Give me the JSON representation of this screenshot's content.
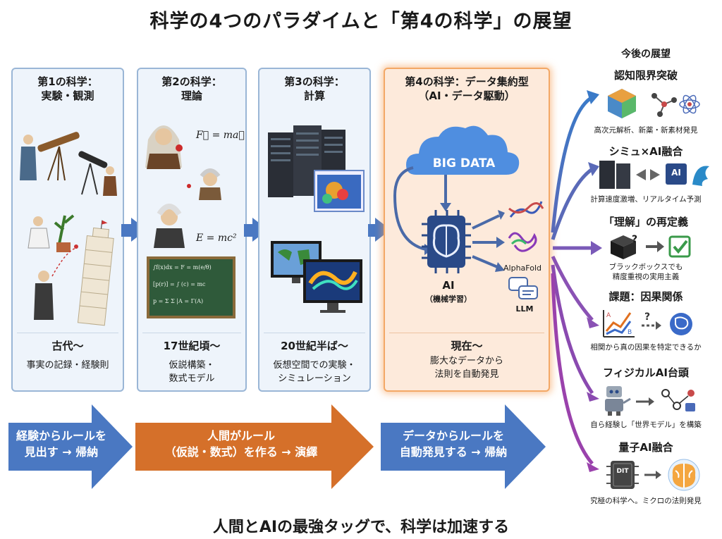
{
  "title": "科学の4つのパラダイムと「第4の科学」の展望",
  "paradigms": [
    {
      "head1": "第1の科学：",
      "head2": "実験・観測",
      "era": "古代〜",
      "desc1": "事実の記録・経験則",
      "desc2": ""
    },
    {
      "head1": "第2の科学：",
      "head2": "理論",
      "era": "17世紀頃〜",
      "desc1": "仮説構築・",
      "desc2": "数式モデル"
    },
    {
      "head1": "第3の科学：",
      "head2": "計算",
      "era": "20世紀半ば〜",
      "desc1": "仮想空間での実験・",
      "desc2": "シミュレーション"
    },
    {
      "head1": "第4の科学：データ集約型",
      "head2": "（AI・データ駆動）",
      "era": "現在〜",
      "desc1": "膨大なデータから",
      "desc2": "法則を自動発見"
    }
  ],
  "theory": {
    "eq1": "F⃗ = ma⃗",
    "eq2": "E = mc²",
    "board1": "∫f(x)dx = F = m(e/θ)",
    "board2": "[p(r)] = ∫ (c) = mc",
    "board3": "p = Σ Σ  |A = Γ(A)"
  },
  "fourth": {
    "big_data": "BIG DATA",
    "ai_label": "AI",
    "ai_sub": "（機械学習）",
    "alphafold": "AlphaFold",
    "llm": "LLM"
  },
  "big_arrows": [
    {
      "line1": "経験からルールを",
      "line2": "見出す → 帰納"
    },
    {
      "line1": "人間がルール",
      "line2": "（仮説・数式）を作る → 演繹"
    },
    {
      "line1": "データからルールを",
      "line2": "自動発見する → 帰納"
    }
  ],
  "outlook": {
    "heading": "今後の展望",
    "items": [
      {
        "title": "認知限界突破",
        "caption": "高次元解析、新薬・新素材発見"
      },
      {
        "title": "シミュ×AI融合",
        "caption": "計算速度激増、リアルタイム予測"
      },
      {
        "title": "「理解」の再定義",
        "caption": "ブラックボックスでも\n精度重視の実用主義"
      },
      {
        "title": "課題：因果関係",
        "caption": "相関から真の因果を特定できるか"
      },
      {
        "title": "フィジカルAI台頭",
        "caption": "自ら経験し「世界モデル」を構築"
      },
      {
        "title": "量子AI融合",
        "caption": "究極の科学へ。ミクロの法則発見"
      }
    ],
    "icon_labels": {
      "ai_chip": "AI",
      "dit_chip": "DIT"
    }
  },
  "footer": "人間とAIの最強タッグで、科学は加速する",
  "colors": {
    "blue_arrow": "#4a78c2",
    "orange_arrow": "#d5702a",
    "panel_border": "#9ab6d6",
    "highlight": "#f3a866"
  }
}
